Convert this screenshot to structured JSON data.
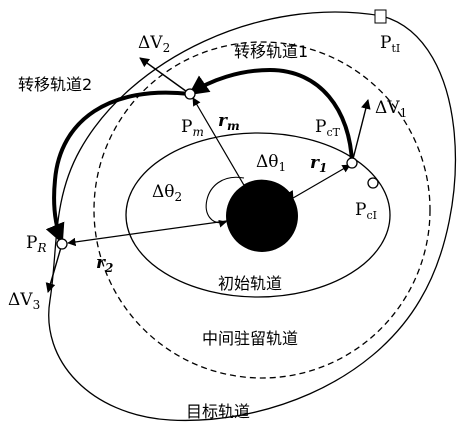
{
  "orbits": {
    "initial": "初始轨道",
    "parking": "中间驻留轨道",
    "target": "目标轨道",
    "transfer1": "转移轨道1",
    "transfer2": "转移轨道2"
  },
  "points": {
    "pt1": {
      "main": "P",
      "sub": "tI"
    },
    "pm": {
      "main": "P",
      "sub": "m"
    },
    "pct": {
      "main": "P",
      "sub": "cT"
    },
    "pci": {
      "main": "P",
      "sub": "cI"
    },
    "pr": {
      "main": "P",
      "sub": "R"
    }
  },
  "impulses": {
    "dv1": {
      "main": "ΔV",
      "sub": "1"
    },
    "dv2": {
      "main": "ΔV",
      "sub": "2"
    },
    "dv3": {
      "main": "ΔV",
      "sub": "3"
    }
  },
  "vectors": {
    "r1": {
      "main": "r",
      "sub": "1"
    },
    "r2": {
      "main": "r",
      "sub": "2"
    },
    "rm": {
      "main": "r",
      "sub": "m"
    }
  },
  "angles": {
    "dtheta1": {
      "main": "Δθ",
      "sub": "1"
    },
    "dtheta2": {
      "main": "Δθ",
      "sub": "2"
    }
  },
  "colors": {
    "line": "#000000",
    "planet": "#000000",
    "background": "#ffffff"
  }
}
